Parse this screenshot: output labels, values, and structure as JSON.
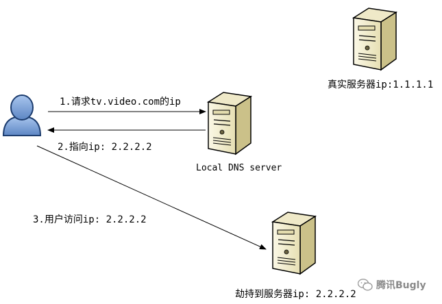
{
  "nodes": {
    "real_server": {
      "label": "真实服务器ip:1.1.1.1"
    },
    "dns_server": {
      "label": "Local DNS server"
    },
    "hijack_server": {
      "label": "劫持到服务器ip: 2.2.2.2"
    }
  },
  "edges": [
    {
      "id": "request",
      "label": "1.请求tv.video.com的ip"
    },
    {
      "id": "response",
      "label": "2.指向ip: 2.2.2.2"
    },
    {
      "id": "visit",
      "label": "3.用户访问ip: 2.2.2.2"
    }
  ],
  "watermark": {
    "text": "腾讯Bugly"
  },
  "icons": [
    "user-icon",
    "server-icon",
    "wechat-icon"
  ],
  "colors": {
    "user_fill": "#8aaee0",
    "user_stroke": "#1c3c6e",
    "server_light": "#f3efd2",
    "server_dark": "#d8cf9a",
    "line": "#000000"
  }
}
